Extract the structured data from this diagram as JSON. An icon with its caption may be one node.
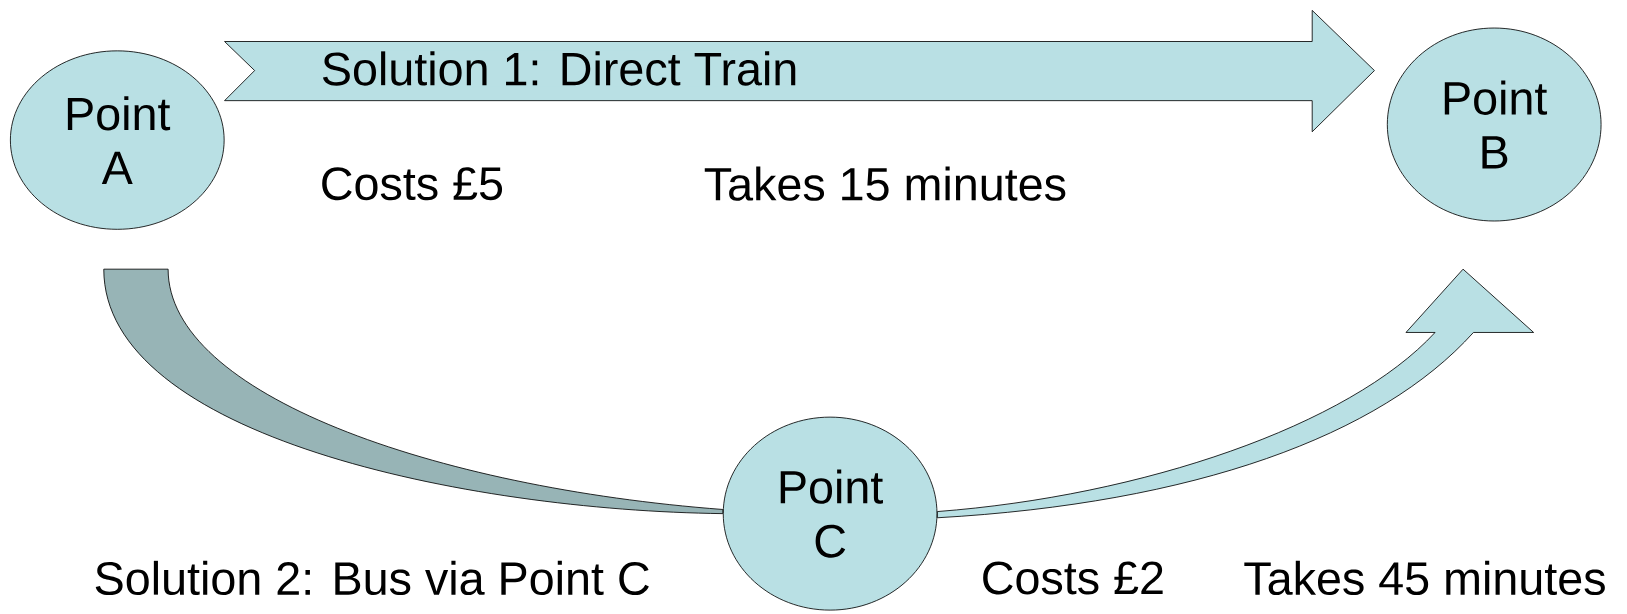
{
  "diagram": {
    "nodes": [
      {
        "text": [
          "Point A"
        ]
      },
      {
        "text": [
          "Point B"
        ]
      },
      {
        "text": [
          "Point C"
        ]
      }
    ],
    "edges": [
      {
        "from": 0,
        "to": 1,
        "arrow": "to",
        "label": "Solution 1: Direct Train"
      },
      {
        "from": 0,
        "to": 2,
        "arrow": "none",
        "color": "#97b4b6"
      },
      {
        "from": 2,
        "to": 1,
        "arrow": "to"
      }
    ],
    "labels": [
      "Costs £5",
      "Takes 15 minutes",
      "Solution 2: Bus via Point C",
      "Costs £2",
      "Takes 45 minutes"
    ]
  }
}
